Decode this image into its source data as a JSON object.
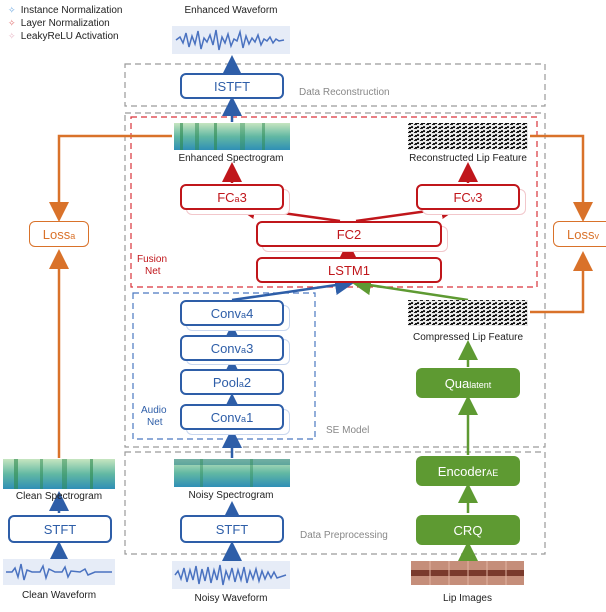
{
  "legend": {
    "items": [
      {
        "label": "Instance Normalization",
        "color": "#6aa7e0"
      },
      {
        "label": "Layer Normalization",
        "color": "#e06b6b"
      },
      {
        "label": "LeakyReLU Activation",
        "color": "#e8b5c4"
      }
    ]
  },
  "titles": {
    "enhanced_waveform": "Enhanced Waveform",
    "enhanced_spectrogram": "Enhanced Spectrogram",
    "reconstructed_lip": "Reconstructed Lip Feature",
    "compressed_lip": "Compressed Lip Feature",
    "clean_spectrogram": "Clean Spectrogram",
    "noisy_spectrogram": "Noisy Spectrogram",
    "clean_waveform": "Clean Waveform",
    "noisy_waveform": "Noisy Waveform",
    "lip_images": "Lip Images"
  },
  "sections": {
    "reconstruction": "Data Reconstruction",
    "se_model": "SE Model",
    "preprocessing": "Data Preprocessing",
    "fusion_net_1": "Fusion",
    "fusion_net_2": "Net",
    "audio_net_1": "Audio",
    "audio_net_2": "Net"
  },
  "blocks": {
    "istft": "ISTFT",
    "fca3_main": "FC",
    "fca3_sub": "a",
    "fca3_num": "3",
    "fcv3_main": "FC",
    "fcv3_sub": "v",
    "fcv3_num": "3",
    "fc2": "FC2",
    "lstm1": "LSTM1",
    "conva4_main": "Conv",
    "conva4_sub": "a",
    "conva4_num": "4",
    "conva3_main": "Conv",
    "conva3_sub": "a",
    "conva3_num": "3",
    "poola2_main": "Pool",
    "poola2_sub": "a",
    "poola2_num": "2",
    "conva1_main": "Conv",
    "conva1_sub": "a",
    "conva1_num": "1",
    "lossa_main": "Loss",
    "lossa_sub": "a",
    "lossv_main": "Loss",
    "lossv_sub": "v",
    "stft_clean": "STFT",
    "stft_noisy": "STFT",
    "qua_main": "Qua",
    "qua_sub": "latent",
    "encoder_main": "Encoder",
    "encoder_sub": "AE",
    "crq": "CRQ"
  },
  "colors": {
    "blue": "#2e5ea8",
    "red": "#c0161b",
    "orange": "#d9722a",
    "green": "#5e9a32",
    "section_border": "#9a9a9a"
  }
}
